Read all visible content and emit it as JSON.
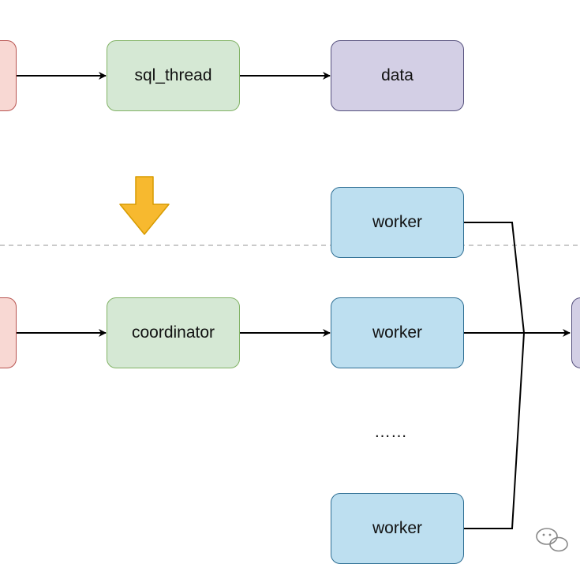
{
  "colors": {
    "red_fill": "#f8d8d3",
    "red_stroke": "#b85450",
    "green_fill": "#d5e8d4",
    "green_stroke": "#82b366",
    "purple_fill": "#d3cfe5",
    "purple_stroke": "#56517e",
    "blue_fill": "#bddff0",
    "blue_stroke": "#2f6f94",
    "arrow": "#000000",
    "divider": "#b8b8b8",
    "big_arrow_fill": "#f7b92f",
    "big_arrow_stroke": "#d79b00"
  },
  "top_row": {
    "thread_label": "sql_thread",
    "data_label": "data"
  },
  "bottom_row": {
    "coordinator_label": "coordinator",
    "workers": [
      {
        "label": "worker"
      },
      {
        "label": "worker"
      },
      {
        "label": "worker"
      }
    ],
    "ellipsis": "……"
  }
}
